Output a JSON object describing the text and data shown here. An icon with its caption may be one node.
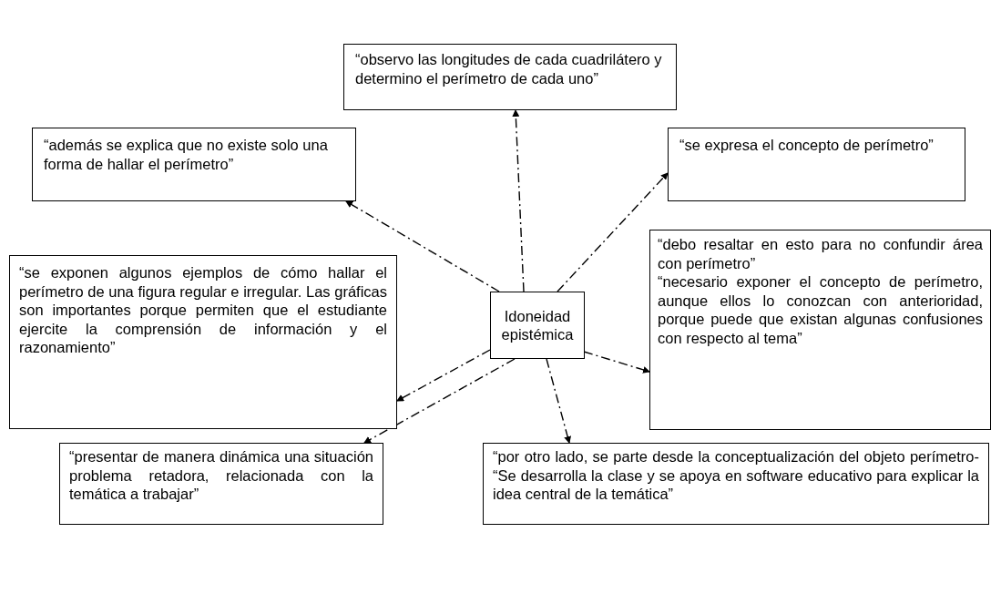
{
  "diagram": {
    "nodes": [
      {
        "text": [
          "Idoneidad epistémica"
        ]
      },
      {
        "text": [
          "“observo las longitudes de cada cuadrilátero y determino el perímetro de cada uno”"
        ]
      },
      {
        "text": [
          "“además se explica que no existe solo una forma de hallar el perímetro”"
        ]
      },
      {
        "text": [
          "“se expresa el concepto de perímetro”"
        ]
      },
      {
        "text": [
          "“se exponen algunos ejemplos de cómo hallar el perímetro de una figura regular e irregular. Las gráficas son importantes porque permiten que el estudiante ejercite la comprensión de información y el razonamiento”"
        ]
      },
      {
        "text": [
          "“debo resaltar en esto para no confundir área con perímetro”",
          "“necesario exponer el concepto de perímetro, aunque ellos lo conozcan con anterioridad, porque puede que existan algunas confusiones con respecto al tema”"
        ]
      },
      {
        "text": [
          "“presentar de manera dinámica una situación problema retadora, relacionada con la temática a trabajar”"
        ]
      },
      {
        "text": [
          "“por otro lado, se parte desde la conceptualización del objeto perímetro- “Se desarrolla la clase y se apoya en software educativo para explicar la idea central de la temática”"
        ]
      }
    ],
    "edges": [
      {
        "from": 0,
        "to": 1,
        "arrow": "to"
      },
      {
        "from": 0,
        "to": 2,
        "arrow": "to"
      },
      {
        "from": 0,
        "to": 3,
        "arrow": "to"
      },
      {
        "from": 0,
        "to": 4,
        "arrow": "to"
      },
      {
        "from": 0,
        "to": 5,
        "arrow": "to"
      },
      {
        "from": 0,
        "to": 6,
        "arrow": "to"
      },
      {
        "from": 0,
        "to": 7,
        "arrow": "to"
      }
    ]
  }
}
